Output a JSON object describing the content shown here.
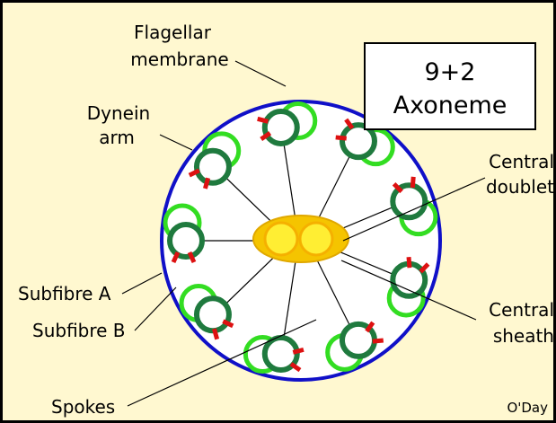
{
  "title_box": {
    "line1": "9+2",
    "line2": "Axoneme"
  },
  "labels": {
    "flagellar_line1": "Flagellar",
    "flagellar_line2": "membrane",
    "dynein_line1": "Dynein",
    "dynein_line2": "arm",
    "central_doublet_line1": "Central",
    "central_doublet_line2": "doublet",
    "subfibre_a": "Subfibre A",
    "subfibre_b": "Subfibre B",
    "central_sheath_line1": "Central",
    "central_sheath_line2": "sheath",
    "spokes": "Spokes"
  },
  "credit": "O'Day",
  "colors": {
    "background": "#fff8d0",
    "border": "#000000",
    "membrane": "#1010c8",
    "interior": "#ffffff",
    "subfibre_a": "#1f7a3e",
    "subfibre_b": "#33dd22",
    "dynein_arm": "#dd1111",
    "central_sheath": "#f5c400",
    "central_pair": "#ffee33",
    "spoke": "#000000"
  },
  "doublet_count": 9
}
